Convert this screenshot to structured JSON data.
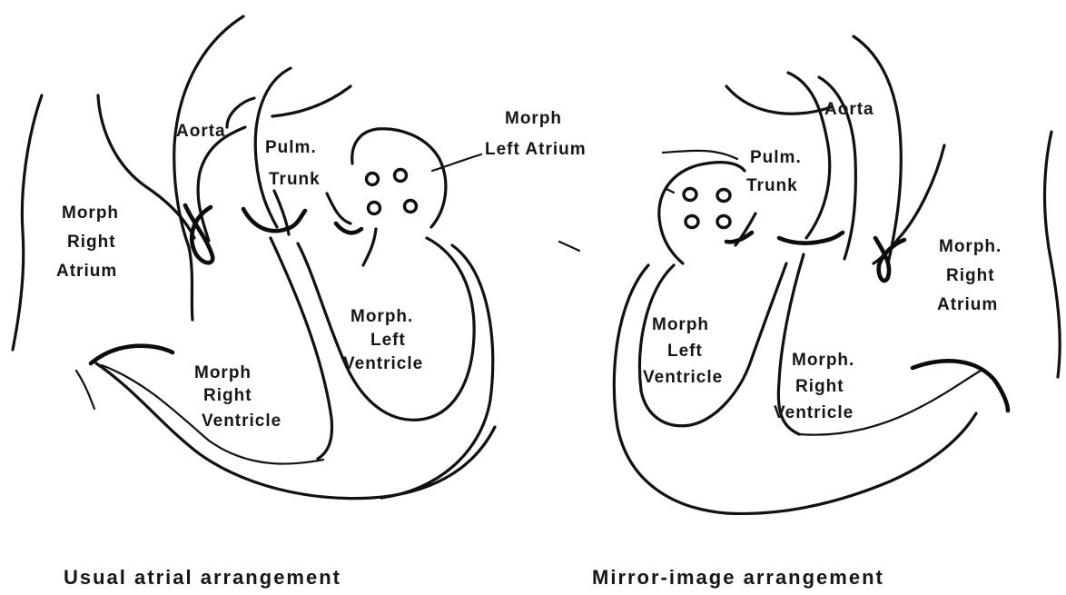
{
  "left_heart": {
    "labels": {
      "aorta": "Aorta",
      "pulm_trunk_1": "Pulm.",
      "pulm_trunk_2": "Trunk",
      "right_atrium_1": "Morph",
      "right_atrium_2": "Right",
      "right_atrium_3": "Atrium",
      "left_ventricle_1": "Morph.",
      "left_ventricle_2": "Left",
      "left_ventricle_3": "Ventricle",
      "right_ventricle_1": "Morph",
      "right_ventricle_2": "Right",
      "right_ventricle_3": "Ventricle"
    },
    "caption": "Usual atrial arrangement"
  },
  "shared_label": {
    "line1": "Morph",
    "line2": "Left Atrium"
  },
  "right_heart": {
    "labels": {
      "aorta": "Aorta",
      "pulm_trunk_1": "Pulm.",
      "pulm_trunk_2": "Trunk",
      "right_atrium_1": "Morph.",
      "right_atrium_2": "Right",
      "right_atrium_3": "Atrium",
      "left_ventricle_1": "Morph",
      "left_ventricle_2": "Left",
      "left_ventricle_3": "Ventricle",
      "right_ventricle_1": "Morph.",
      "right_ventricle_2": "Right",
      "right_ventricle_3": "Ventricle"
    },
    "caption": "Mirror-image arrangement"
  }
}
